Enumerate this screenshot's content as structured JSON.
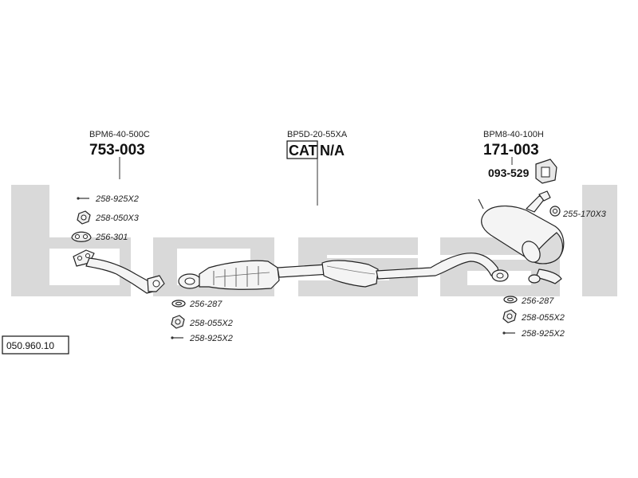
{
  "watermark": {
    "text": "bosal",
    "color": "#d9d9d9"
  },
  "reference_number": "050.960.10",
  "parts": {
    "front_pipe": {
      "oem": "BPM6-40-500C",
      "number": "753-003"
    },
    "catalyst": {
      "oem": "BP5D-20-55XA",
      "cat_label": "CAT",
      "number_suffix": "N/A"
    },
    "rear_silencer": {
      "oem": "BPM8-40-100H",
      "number": "171-003",
      "sub_number": "093-529"
    }
  },
  "hardware": {
    "front": [
      {
        "code": "258-925X2",
        "icon": "bolt-icon"
      },
      {
        "code": "258-050X3",
        "icon": "nut-icon"
      },
      {
        "code": "256-301",
        "icon": "flange-gasket-icon"
      }
    ],
    "middle": [
      {
        "code": "256-287",
        "icon": "gasket-ring-icon"
      },
      {
        "code": "258-055X2",
        "icon": "nut-icon"
      },
      {
        "code": "258-925X2",
        "icon": "bolt-icon"
      }
    ],
    "rear_right": [
      {
        "code": "255-170X3",
        "icon": "rubber-hanger-icon"
      }
    ],
    "rear": [
      {
        "code": "256-287",
        "icon": "gasket-ring-icon"
      },
      {
        "code": "258-055X2",
        "icon": "nut-icon"
      },
      {
        "code": "258-925X2",
        "icon": "bolt-icon"
      }
    ]
  }
}
